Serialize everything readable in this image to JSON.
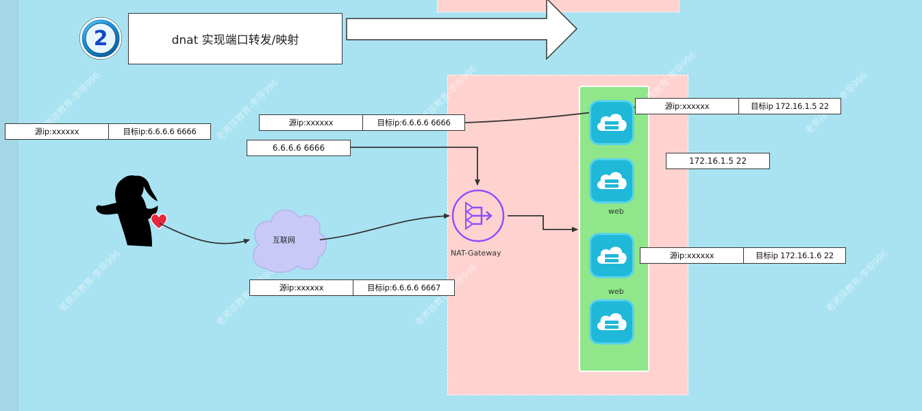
{
  "title": "dnat 实现端口转发/映射",
  "step_badge": "2",
  "internet_label": "互联网",
  "gateway_label": "NAT-Gateway",
  "web_labels": [
    "web",
    "web"
  ],
  "packets": {
    "client_out": {
      "src": "源ip:xxxxxx",
      "dst": "目标ip:6.6.6.6 6666"
    },
    "to_gateway": {
      "src": "源ip:xxxxxx",
      "dst": "目标ip:6.6.6.6 6666"
    },
    "gateway_addr": "6.6.6.6 6666",
    "client_alt": {
      "src": "源ip:xxxxxx",
      "dst": "目标ip:6.6.6.6 6667"
    },
    "to_server1": {
      "src": "源ip:xxxxxx",
      "dst": "目标ip 172.16.1.5 22"
    },
    "server1_addr": "172.16.1.5  22",
    "to_server2": {
      "src": "源ip:xxxxxx",
      "dst": "目标ip 172.16.1.6 22"
    }
  },
  "watermark": "老男孩教育-李导996",
  "colors": {
    "background": "#a9e3f2",
    "pink_zone": "#fed3cf",
    "green_zone": "#8fe78a",
    "server_icon": "#1fb8d8",
    "gateway": "#8c4fff"
  }
}
